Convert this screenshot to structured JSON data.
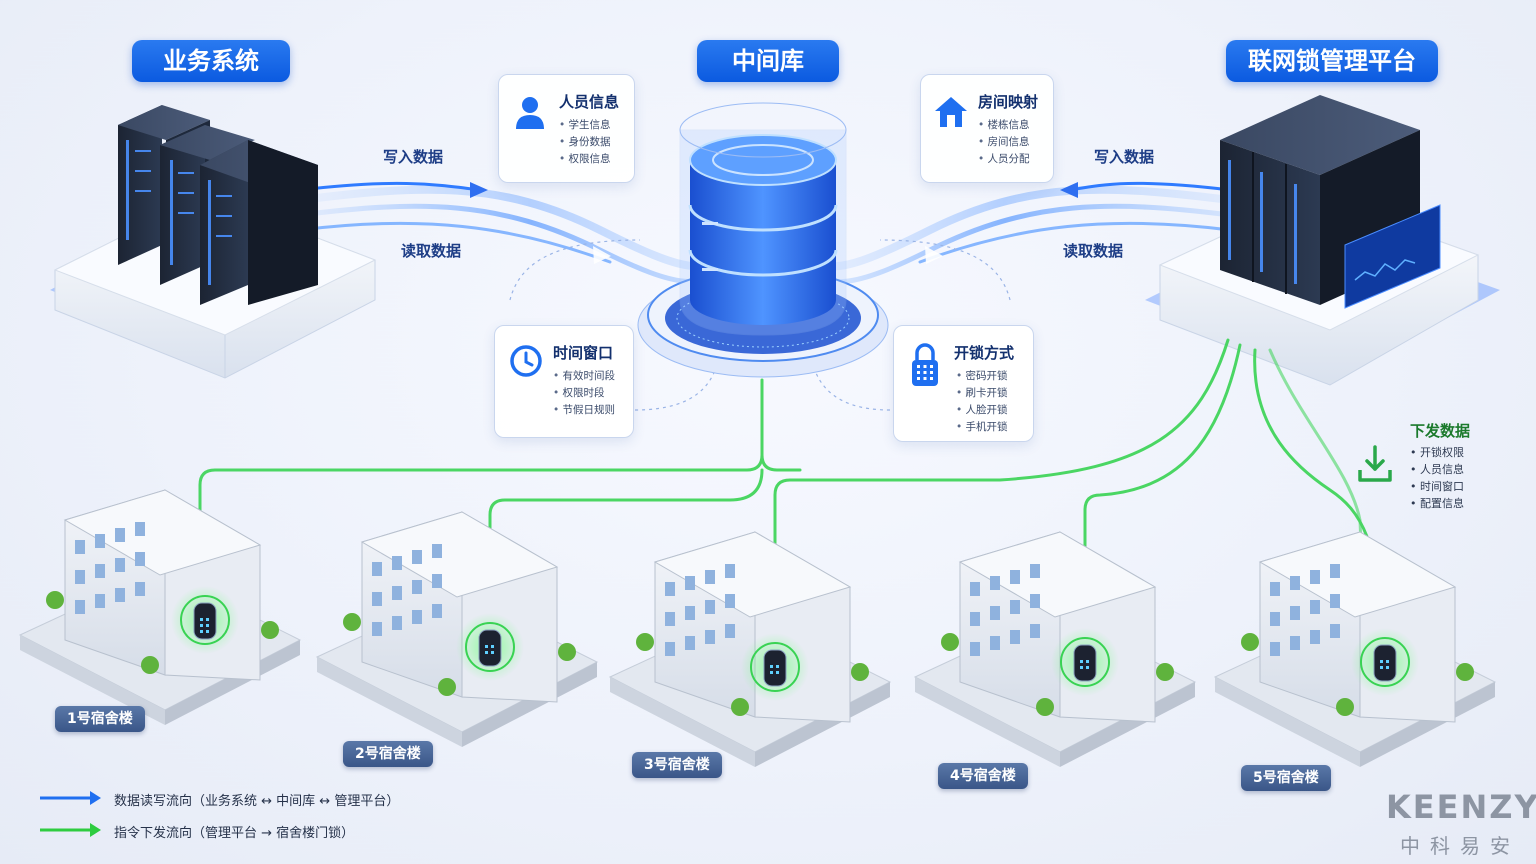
{
  "titles": {
    "business": "业务系统",
    "middle": "中间库",
    "platform": "联网锁管理平台"
  },
  "flows": {
    "left_write": "写入数据",
    "left_read": "读取数据",
    "right_write": "写入数据",
    "right_read": "读取数据"
  },
  "cards": {
    "person": {
      "title": "人员信息",
      "items": [
        "学生信息",
        "身份数据",
        "权限信息"
      ]
    },
    "room": {
      "title": "房间映射",
      "items": [
        "楼栋信息",
        "房间信息",
        "人员分配"
      ]
    },
    "time": {
      "title": "时间窗口",
      "items": [
        "有效时间段",
        "权限时段",
        "节假日规则"
      ]
    },
    "unlock": {
      "title": "开锁方式",
      "items": [
        "密码开锁",
        "刷卡开锁",
        "人脸开锁",
        "手机开锁"
      ]
    }
  },
  "dispatch": {
    "title": "下发数据",
    "items": [
      "开锁权限",
      "人员信息",
      "时间窗口",
      "配置信息"
    ]
  },
  "buildings": [
    "1号宿舍楼",
    "2号宿舍楼",
    "3号宿舍楼",
    "4号宿舍楼",
    "5号宿舍楼"
  ],
  "legend": {
    "blue": "数据读写流向（业务系统 ↔ 中间库 ↔ 管理平台）",
    "green": "指令下发流向（管理平台 → 宿舍楼门锁）"
  },
  "brand": {
    "logo": "KEENZY",
    "name": "中科易安"
  },
  "colors": {
    "blue_flow": "#1f6ff0",
    "green_flow": "#2ecc40",
    "accent": "#0b5ae0"
  },
  "icons": {
    "person": "person-icon",
    "room": "house-icon",
    "time": "clock-icon",
    "unlock": "padlock-icon",
    "dispatch": "download-icon"
  }
}
